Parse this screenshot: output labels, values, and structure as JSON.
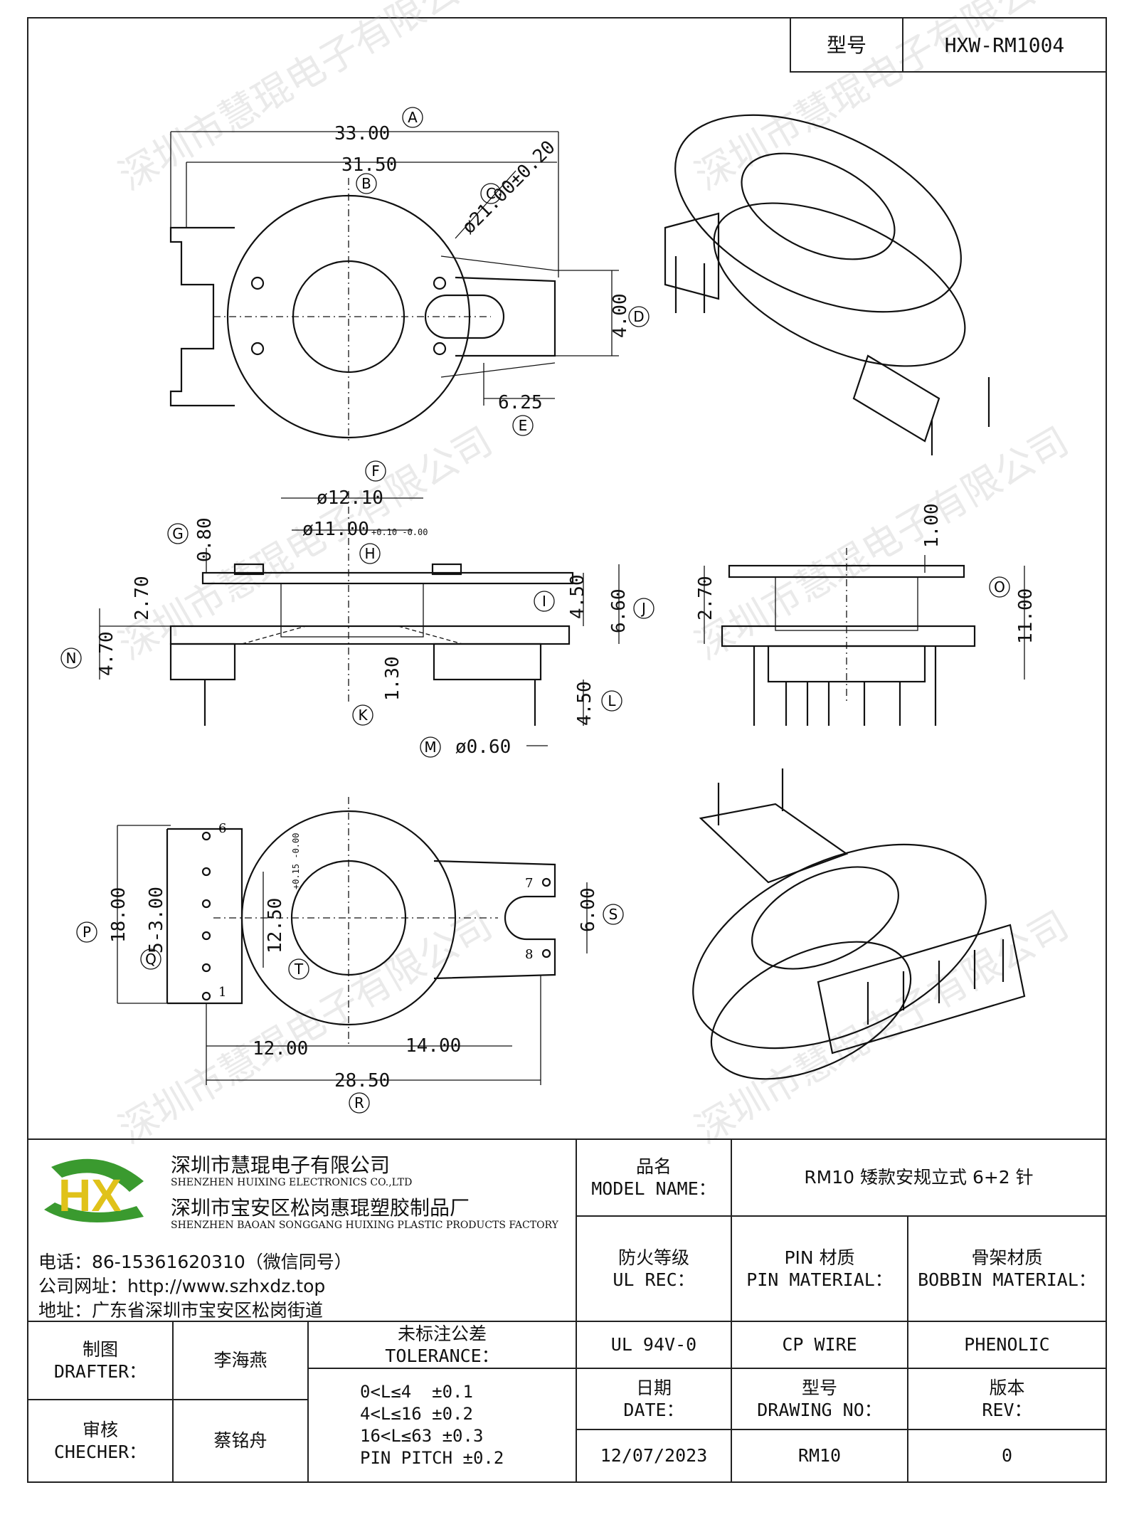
{
  "header": {
    "model_label": "型号",
    "model_value": "HXW-RM1004"
  },
  "dimensions": {
    "A": "33.00",
    "B": "31.50",
    "C": "ø21.00±0.20",
    "D": "4.00",
    "E": "6.25",
    "F": "ø12.10",
    "H": "ø11.00",
    "H_tol": "+0.10 -0.00",
    "G": "0.80",
    "I": "4.50",
    "J": "6.60",
    "K": "1.30",
    "L": "4.50",
    "M": "ø0.60",
    "N": "4.70",
    "side_270": "2.70",
    "O": "11.00",
    "top_100": "1.00",
    "side2_270": "2.70",
    "P": "18.00",
    "Q": "5-3.00",
    "T": "12.50",
    "T_tol": "+0.15 -0.00",
    "S": "6.00",
    "left_1200": "12.00",
    "right_1400": "14.00",
    "R": "28.50"
  },
  "callouts": [
    "A",
    "B",
    "C",
    "D",
    "E",
    "F",
    "G",
    "H",
    "I",
    "J",
    "K",
    "L",
    "M",
    "N",
    "O",
    "P",
    "Q",
    "R",
    "S",
    "T"
  ],
  "pins": [
    "1",
    "6",
    "7",
    "8"
  ],
  "company": {
    "name_cn": "深圳市慧琨电子有限公司",
    "name_en": "SHENZHEN HUIXING ELECTRONICS CO.,LTD",
    "factory_cn": "深圳市宝安区松岗惠琨塑胶制品厂",
    "factory_en": "SHENZHEN BAOAN SONGGANG HUIXING PLASTIC PRODUCTS FACTORY",
    "phone": "电话：86-15361620310（微信同号）",
    "website": "公司网址：http://www.szhxdz.top",
    "address": "地址：广东省深圳市宝安区松岗街道",
    "logo_text": "HX",
    "colors": {
      "green": "#3a9a2f",
      "yellow": "#e0c21a"
    }
  },
  "titleblock": {
    "model_name_cn": "品名",
    "model_name_en": "MODEL NAME：",
    "model_name_value": "RM10 矮款安规立式 6+2 针",
    "ul_cn": "防火等级",
    "ul_en": "UL REC：",
    "ul_value": "UL 94V-0",
    "pin_cn": "PIN 材质",
    "pin_en": "PIN MATERIAL：",
    "pin_value": "CP WIRE",
    "bobbin_cn": "骨架材质",
    "bobbin_en": "BOBBIN MATERIAL：",
    "bobbin_value": "PHENOLIC",
    "drafter_cn": "制图",
    "drafter_en": "DRAFTER：",
    "drafter_value": "李海燕",
    "checker_cn": "审核",
    "checker_en": "CHECHER：",
    "checker_value": "蔡铭舟",
    "tol_cn": "未标注公差",
    "tol_en": "TOLERANCE：",
    "tol_lines": [
      "0<L≤4  ±0.1",
      "4<L≤16 ±0.2",
      "16<L≤63 ±0.3",
      "PIN PITCH ±0.2"
    ],
    "date_cn": "日期",
    "date_en": "DATE：",
    "date_value": "12/07/2023",
    "drawing_cn": "型号",
    "drawing_en": "DRAWING NO：",
    "drawing_value": "RM10",
    "rev_cn": "版本",
    "rev_en": "REV：",
    "rev_value": "0"
  },
  "watermark": [
    "深圳市慧琨电子有限公司"
  ]
}
